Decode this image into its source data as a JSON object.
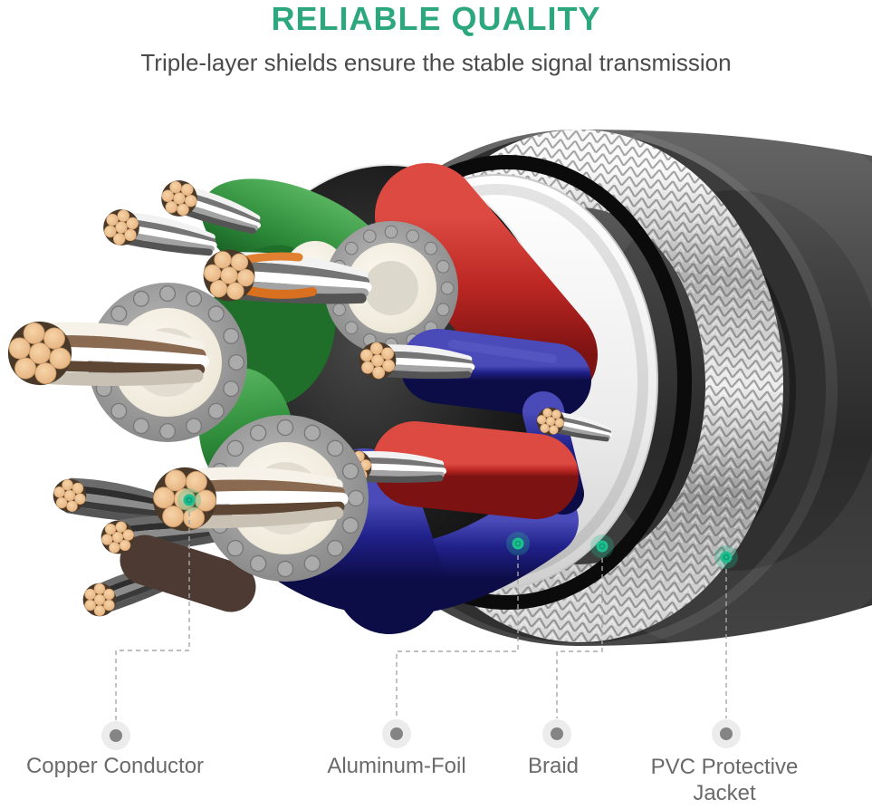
{
  "header": {
    "title": "RELIABLE QUALITY",
    "subtitle": "Triple-layer shields ensure the stable signal transmission"
  },
  "diagram": {
    "type": "labeled-product-cutaway",
    "subject": "triple-layer shielded cable cross-section",
    "labels": [
      {
        "id": "copper-conductor",
        "text": "Copper Conductor"
      },
      {
        "id": "aluminum-foil",
        "text": "Aluminum-Foil"
      },
      {
        "id": "braid",
        "text": "Braid"
      },
      {
        "id": "pvc-jacket",
        "text": "PVC Protective Jacket"
      }
    ],
    "colors": {
      "background": "#ffffff",
      "title_green": "#2da77d",
      "subtitle_gray": "#4a4a4a",
      "label_gray": "#6a6a6a",
      "marker_teal": "#1fbd8f",
      "leader_gray": "#a8a8a8",
      "endpoint_gray": "#8c8c8c",
      "copper": "#e9b887",
      "jacket_black": "#2e2e2e",
      "braid_silver": "#c9c9c9",
      "foil_white": "#efefef",
      "wire_red": "#bc2723",
      "wire_navy": "#202089",
      "wire_green": "#2e8c3a"
    }
  }
}
